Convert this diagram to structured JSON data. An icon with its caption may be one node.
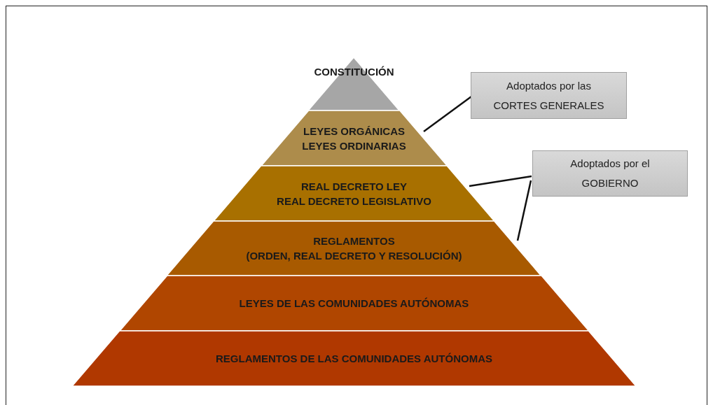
{
  "diagram": {
    "nodes": [
      {
        "text": [
          "CONSTITUCIÓN"
        ]
      },
      {
        "text": [
          "LEYES ORGÁNICAS",
          "LEYES ORDINARIAS"
        ]
      },
      {
        "text": [
          "REAL DECRETO LEY",
          "REAL DECRETO LEGISLATIVO"
        ]
      },
      {
        "text": [
          "REGLAMENTOS",
          "(ORDEN, REAL DECRETO Y RESOLUCIÓN)"
        ]
      },
      {
        "text": [
          "LEYES DE LAS COMUNIDADES AUTÓNOMAS"
        ]
      },
      {
        "text": [
          "REGLAMENTOS DE LAS COMUNIDADES AUTÓNOMAS"
        ]
      },
      {
        "text": [
          "Adoptados por las CORTES GENERALES"
        ]
      },
      {
        "text": [
          "Adoptados por el GOBIERNO"
        ]
      }
    ],
    "edges": [
      {
        "from": 6,
        "to": 1,
        "arrow": "none"
      },
      {
        "from": 7,
        "to": 2,
        "arrow": "none"
      },
      {
        "from": 7,
        "to": 3,
        "arrow": "none"
      }
    ]
  }
}
